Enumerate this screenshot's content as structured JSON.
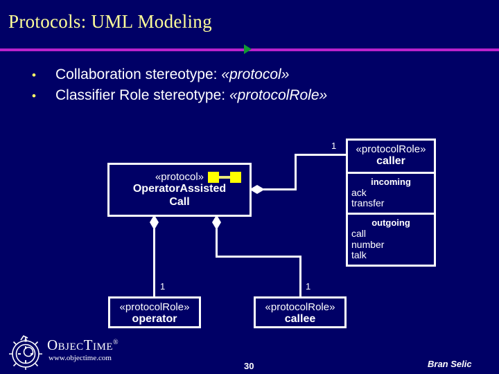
{
  "slide": {
    "title": "Protocols: UML Modeling",
    "background_color": "#000066",
    "title_color": "#ffff99",
    "rule_color": "#bb22cc",
    "marker_color": "#119933"
  },
  "bullets": [
    {
      "dot": "•",
      "text": "Collaboration stereotype: ",
      "stereotype": "«protocol»"
    },
    {
      "dot": "•",
      "text": "Classifier Role stereotype: ",
      "stereotype": "«protocolRole»"
    }
  ],
  "diagram": {
    "collaboration": {
      "stereotype": "«protocol»",
      "name_line1": "OperatorAssisted",
      "name_line2": "Call",
      "icon": "collaboration-icon",
      "icon_color": "#ffff00"
    },
    "caller": {
      "stereotype": "«protocolRole»",
      "name": "caller",
      "compartments": [
        {
          "title": "incoming",
          "items": [
            "ack",
            "transfer"
          ]
        },
        {
          "title": "outgoing",
          "items": [
            "call",
            "number",
            "talk"
          ]
        }
      ]
    },
    "operator": {
      "stereotype": "«protocolRole»",
      "name": "operator"
    },
    "callee": {
      "stereotype": "«protocolRole»",
      "name": "callee"
    },
    "multiplicities": {
      "caller": "1",
      "operator": "1",
      "callee": "1"
    }
  },
  "footer": {
    "logo_name": "ObjecTime",
    "logo_registered": "®",
    "logo_url": "www.objectime.com",
    "slide_number": "30",
    "author": "Bran Selic"
  }
}
